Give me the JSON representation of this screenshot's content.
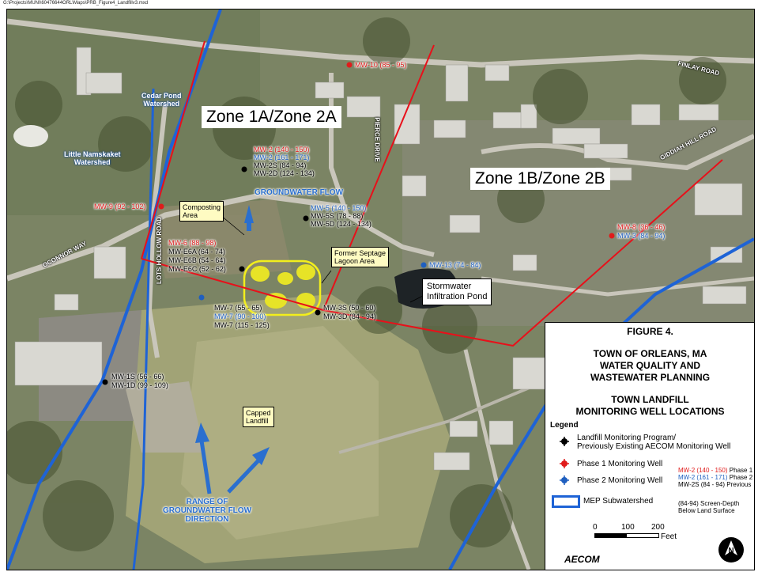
{
  "file_path": "G:\\Projects\\MUNI\\60476644ORL\\Maps\\PRB_Figure4_Landfillv3.mxd",
  "zones": {
    "zone1": "Zone 1A/Zone 2A",
    "zone2": "Zone 1B/Zone 2B"
  },
  "roads": {
    "finlay": "FINLAY ROAD",
    "giddiah": "GIDDIAH HILL ROAD",
    "oconnor": "OCONNOR WAY",
    "lots_hollow": "LOTS HOLLOW ROAD",
    "pierce": "PIERCE DRIVE"
  },
  "watersheds": {
    "cedar_pond": "Cedar Pond\nWatershed",
    "little_namskaket": "Little Namskaket\nWatershed"
  },
  "callouts": {
    "composting": "Composting\nArea",
    "septage": "Former Septage\nLagoon Area",
    "stormwater": "Stormwater\nInfiltration Pond",
    "capped": "Capped\nLandfill"
  },
  "flow": {
    "groundwater": "GROUNDWATER FLOW",
    "range": "RANGE OF\nGROUNDWATER FLOW\nDIRECTION"
  },
  "wells": {
    "mw10": "MW-10 (85 - 95)",
    "mw2_p1": "MW-2 (140 - 150)",
    "mw2_p2": "MW-2 (161 - 171)",
    "mw2s": "MW-2S (84 - 94)",
    "mw2d": "MW-2D (124 - 134)",
    "mw9": "MW-9 (92 - 102)",
    "mw5": "MW-5 (140 - 150)",
    "mw5s": "MW-5S (78 - 88)",
    "mw5d": "MW-5D (124 - 134)",
    "mw6": "MW-6 (88 - 98)",
    "mwe6a": "MW-E6A (64 - 74)",
    "mwe6b": "MW-E6B (54 - 64)",
    "mwe6c": "MW-E6C (52 - 62)",
    "mw13": "MW-13 (74 - 84)",
    "mw8": "MW-8 (36 - 46)",
    "mw3": "MW-3 (84 - 94)",
    "mw7a": "MW-7 (55 - 65)",
    "mw7b": "MW-7 (90 - 100)",
    "mw7c": "MW-7 (115 - 125)",
    "mw3s": "MW-3S (50 - 60)",
    "mw3d": "MW-3D (84 - 94)",
    "mw1s": "MW-1S (56 - 66)",
    "mw1d": "MW-1D (99 - 109)"
  },
  "legend": {
    "figure": "FIGURE 4.",
    "title1": "TOWN OF ORLEANS, MA",
    "title2": "WATER QUALITY AND",
    "title3": "WASTEWATER PLANNING",
    "subtitle1": "TOWN LANDFILL",
    "subtitle2": "MONITORING WELL LOCATIONS",
    "legend_label": "Legend",
    "item_landfill_1": "Landfill Monitoring Program/",
    "item_landfill_2": "Previously Existing AECOM Monitoring Well",
    "item_phase1": "Phase 1 Monitoring Well",
    "item_phase2": "Phase 2 Monitoring Well",
    "item_mep": "MEP Subwatershed",
    "ex_red": "MW-2 (140 - 150)",
    "ex_red_tag": "Phase 1",
    "ex_blue": "MW-2 (161 - 171)",
    "ex_blue_tag": "Phase 2",
    "ex_black": "MW-2S (84 - 94)",
    "ex_black_tag": "Previous",
    "screen_1": "(84-94) Screen-Depth",
    "screen_2": "Below Land Surface",
    "scale_0": "0",
    "scale_100": "100",
    "scale_200": "200",
    "scale_unit": "Feet",
    "logo": "AECOM"
  },
  "colors": {
    "zone_line": "#e8101a",
    "watershed": "#1e63d6",
    "phase1": "#e01b1b",
    "phase2": "#1f5fbf",
    "lagoon": "#f2ee1c"
  }
}
